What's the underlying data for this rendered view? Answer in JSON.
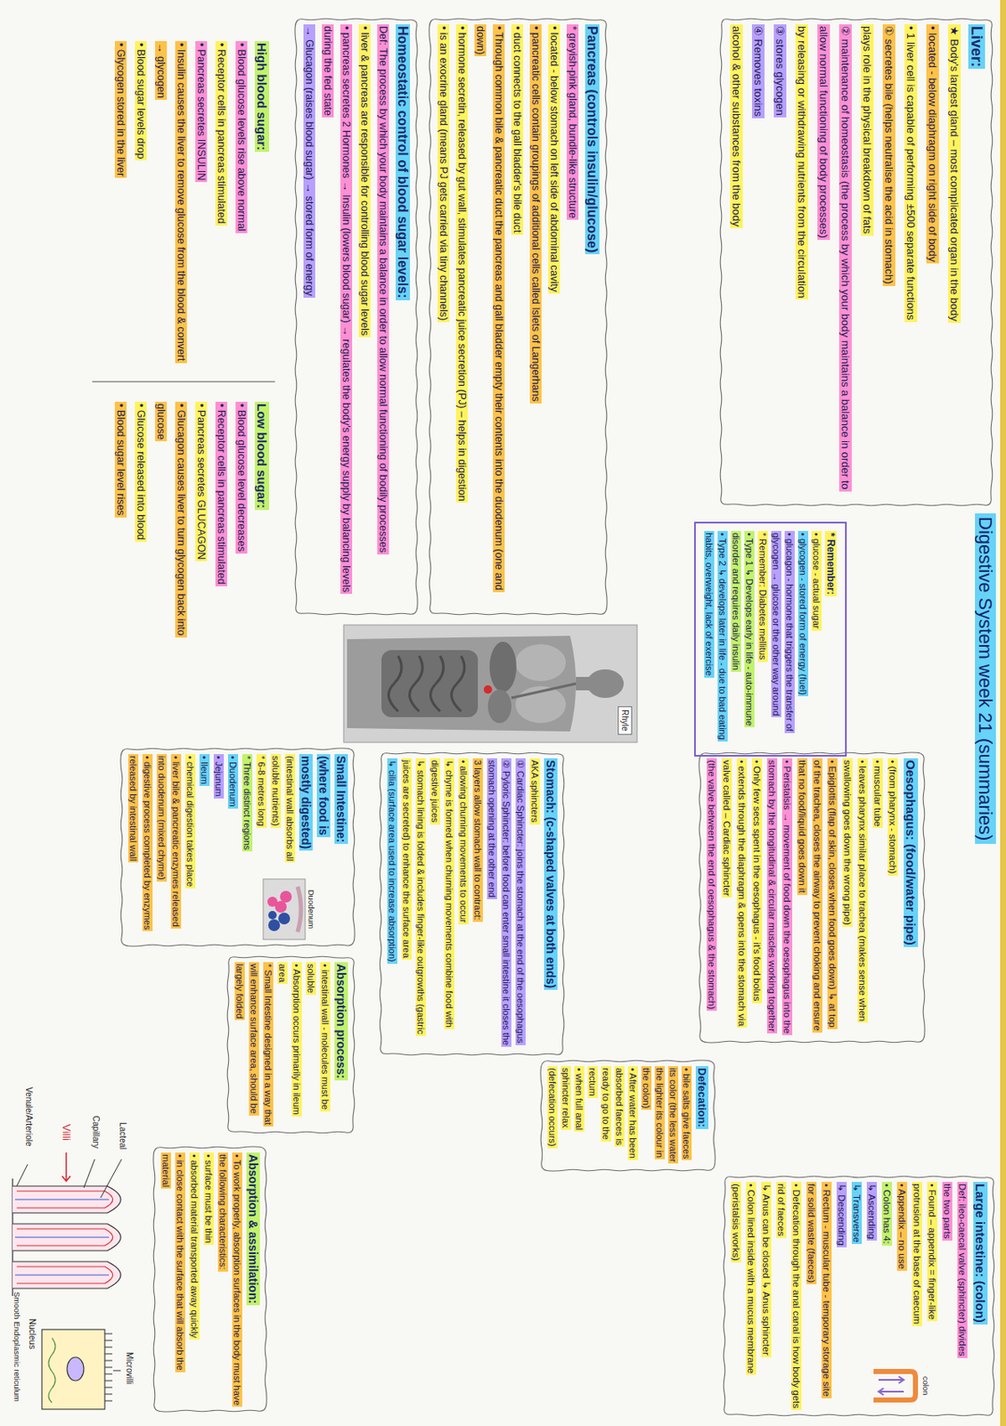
{
  "diagram": {
    "title": "Digestive System week 21 (summaries)",
    "nodes": [
      {
        "text": [
          "Liver:",
          "★ Body's largest gland – most complicated organ in the body",
          "• located - below diaphragm on right side of body",
          "• 1 liver cell is capable of performing ±500 separate functions",
          "① secretes bile (helps neutralise the acid in stomach)",
          "plays role in the physical breakdown of fats",
          "② maintenance of homeostasis (the process by which your body maintains a balance in order to allow normal functioning of body processes)",
          "by releasing or withdrawing nutrients from the circulation",
          "③ stores glycogen",
          "④ Removes toxins",
          "alcohol & other substances from the body"
        ]
      },
      {
        "text": [
          "Pancreas (controls insulin/glucose)",
          "* greyish-pink gland, bundle-like structure",
          "• located - below stomach on left side of abdominal cavity",
          "• pancreatic cells contain groupings of additional cells called Islets of Langerhans",
          "• duct connects to the gall bladder's bile duct",
          "• Through common bile & pancreatic duct the pancreas and gall bladder empty their contents into the duodenum (one and down)",
          "• hormone secretin, released by gut wall, stimulates pancreatic juice secretion (PJ) – helps in digestion",
          "• is an exocrine gland (means PJ gets carried via tiny channels)"
        ]
      },
      {
        "text": [
          "Homeostatic control of blood sugar levels:",
          "Def: The process by which your body maintains a balance in order to allow normal functioning of bodily processes",
          "• liver & pancreas are responsible for controlling blood sugar levels",
          "• pancreas secretes 2 Hormones → Insulin (lowers blood sugar) → regulates the body's energy supply by balancing levels during the fed state",
          "→ Glucagon (raises blood sugar) → stored form of energy"
        ]
      },
      {
        "text": [
          "* Remember:",
          "• glucose - actual sugar",
          "• glycogen - stored form of energy (fuel)",
          "• glucagon - hormone that triggers the transfer of glycogen → glucose or the other way around",
          "* Remember: Diabetes mellitus",
          "• Type 1 ↳ Develops early in life - auto-immune disorder and requires daily insulin",
          "• Type 2 ↳ develops later in life - due to bad eating habits, overweight, lack of exercise"
        ]
      },
      {
        "text": [
          "High blood sugar:",
          "• Blood glucose levels rise above normal",
          "• Receptor cells in pancreas stimulated",
          "• Pancreas secretes INSULIN",
          "• Insulin causes the liver to remove glucose from the blood & convert → glycogen",
          "• Blood sugar levels drop",
          "• Glycogen stored in the liver"
        ]
      },
      {
        "text": [
          "Low blood sugar:",
          "• Blood glucose level decreases",
          "• Receptor cells in pancreas stimulated",
          "• Pancreas secretes GLUCAGON",
          "• Glucagon causes liver to turn glycogen back into glucose",
          "• Glucose released into blood",
          "• Blood sugar level rises"
        ]
      },
      {
        "text": [
          "Oesophagus: (food/water pipe)",
          "• (from pharynx - stomach)",
          "• muscular tube",
          "• leaves pharynx similar place to trachea (makes sense when swallowing goes down the wrong pipe)",
          "• Epiglottis (flap of skin, closes when food goes down) ↳ at top of the trachea, closes the airway to prevent choking and ensure that no food/liquid goes down it",
          "• Peristalsis → movement of food down the oesophagus into the stomach by the longitudinal & circular muscles working together",
          "• Only few secs spent in the oesophagus - it's food bolus",
          "• extends through the diaphragm & opens into the stomach via valve called – Cardiac sphincter",
          "(the valve between the end of oesophagus & the stomach)"
        ]
      },
      {
        "text": [
          "Stomach: (c-shaped valves at both ends)",
          "AKA sphincters",
          "① Cardiac Sphincter: joins the stomach at the end of the oesophagus",
          "② Pyloric Sphincter: before food can enter small intestine it closes the stomach opening at the other end",
          "3 layers allow stomach wall to contract:",
          "• allowing churning movements to occur",
          "↳ chyme is formed when churning movements combine food with digestive juices",
          "↳ stomach lining is folded & includes finger-like outgrowths (gastric juices are secreted) to enhance the surface area",
          "↳ cilia (surface area used to increase absorption)"
        ]
      },
      {
        "text": [
          "Small Intestine: (where food is mostly digested)",
          "(intestinal wall absorbs all soluble nutrients)",
          "* 6-8 metres long",
          "* Three distinct regions",
          "• Duodenum",
          "• Jejunum",
          "• Ileum",
          "• chemical digestion takes place",
          "• liver bile & pancreatic enzymes released into duodenum (mixed chyme)",
          "• digestive process completed by enzymes released by intestinal wall"
        ]
      },
      {
        "text": [
          "Absorption process:",
          "• intestinal wall - molecules must be soluble",
          "• Absorption occurs primarily in ileum area",
          "* Small Intestine designed in a way that will enhance surface area, should be largely folded"
        ]
      },
      {
        "text": [
          "Absorption & assimilation:",
          "• To work properly, absorption surfaces in the body must have the following characteristics:",
          "• surface must be thin",
          "• absorbed material transported away quickly",
          "• in close contact with the surface that will absorb the material"
        ]
      },
      {
        "text": [
          "Large intestine: (colon)",
          "Def: ileo-caecal valve (sphincter) divides the two parts",
          "• Found – appendix = finger-like protrusion at the base of caecum",
          "• Appendix – no use",
          "• Colon has 4:",
          "↳ Ascending",
          "↳ Transverse",
          "↳ Descending",
          "• Rectum - muscular tube - temporary storage site for solid waste (faeces)",
          "• Defecation through the anal canal is how body gets rid of faeces",
          "↳ Anus can be closed ↳ Anus sphincter",
          "• Colon lined inside with a mucus membrane (peristalsis works)"
        ]
      },
      {
        "text": [
          "Defecation:",
          "• bile salts give faeces its color (the less water the lighter its colour in the colon)",
          "• After water has been absorbed faeces is ready to go to the rectum",
          "• when full anal sphincter relax (defecation occurs)"
        ]
      }
    ],
    "labels": [
      "Rhyle",
      "Duodenum",
      "colon",
      "Villi",
      "Lacteal",
      "Capillary",
      "Venule/Arteriole",
      "Microvilli",
      "Nucleus",
      "Smooth Endoplasmic reticulum"
    ]
  }
}
